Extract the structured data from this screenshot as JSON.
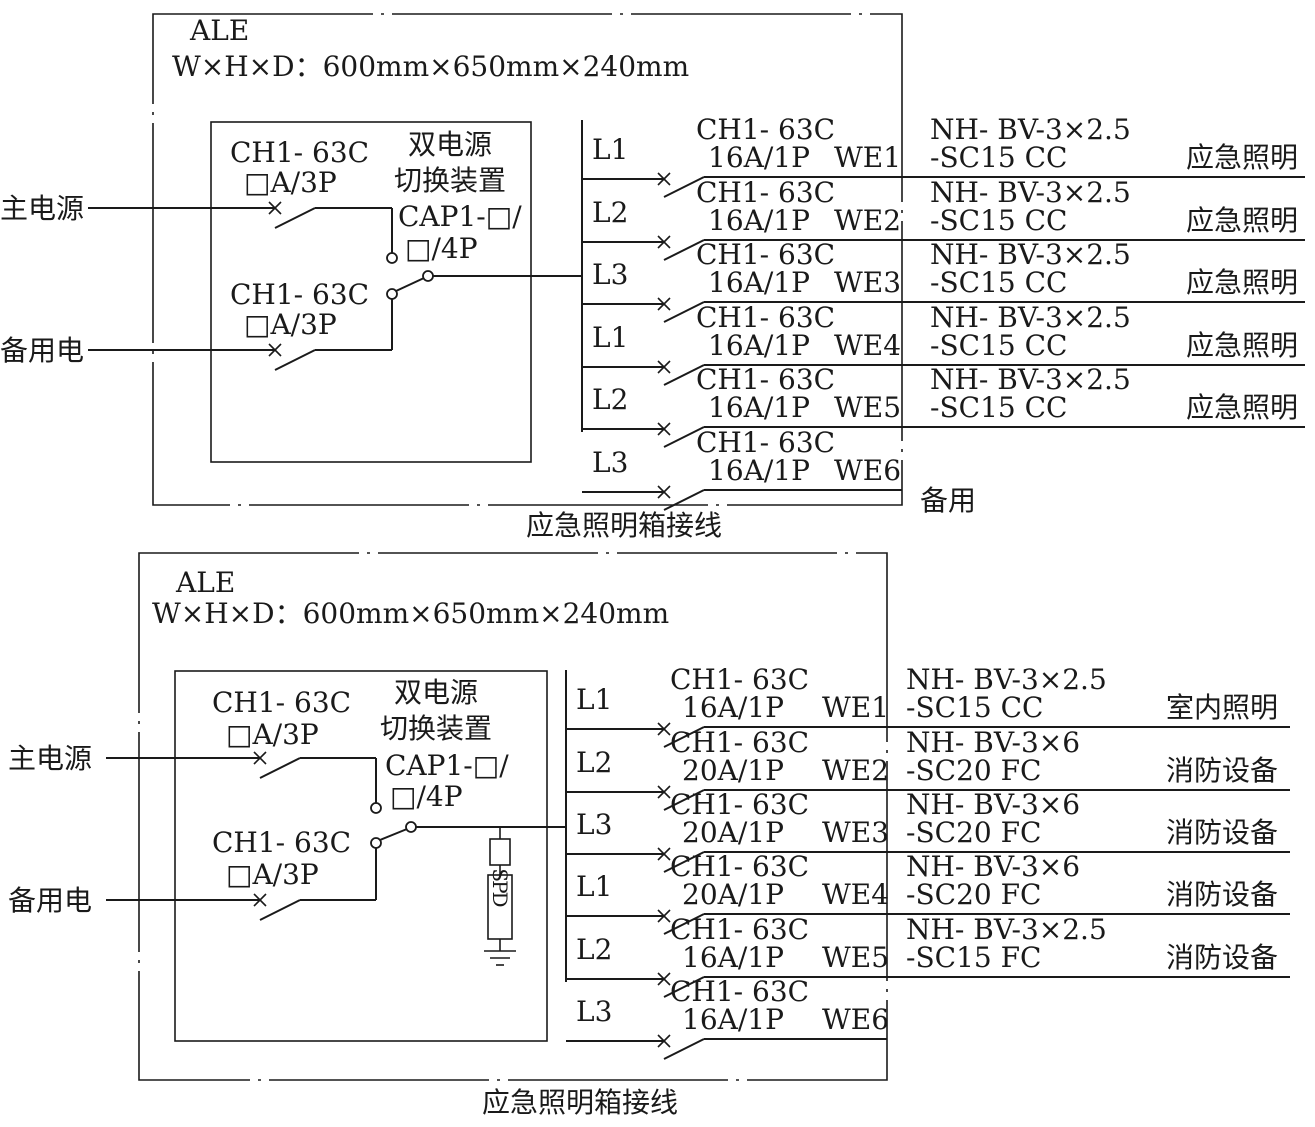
{
  "diagrams": [
    {
      "box_id": "ALE",
      "dimensions": "W×H×D：600mm×650mm×240mm",
      "main_power": "主电源",
      "backup_power": "备用电",
      "input_breaker_1": {
        "model": "CH1- 63C",
        "rating": "□A/3P"
      },
      "input_breaker_2": {
        "model": "CH1- 63C",
        "rating": "□A/3P"
      },
      "ats": {
        "line1": "双电源",
        "line2": "切换装置",
        "model_a": "CAP1-□/",
        "model_b": "□/4P"
      },
      "has_spd": false,
      "spd_label": "",
      "circuits": [
        {
          "phase": "L1",
          "breaker": "CH1- 63C",
          "rating": "16A/1P",
          "id": "WE1",
          "cable1": "NH- BV-3×2.5",
          "cable2": "-SC15  CC",
          "load": "应急照明"
        },
        {
          "phase": "L2",
          "breaker": "CH1- 63C",
          "rating": "16A/1P",
          "id": "WE2",
          "cable1": "NH- BV-3×2.5",
          "cable2": "-SC15  CC",
          "load": "应急照明"
        },
        {
          "phase": "L3",
          "breaker": "CH1- 63C",
          "rating": "16A/1P",
          "id": "WE3",
          "cable1": "NH- BV-3×2.5",
          "cable2": "-SC15  CC",
          "load": "应急照明"
        },
        {
          "phase": "L1",
          "breaker": "CH1- 63C",
          "rating": "16A/1P",
          "id": "WE4",
          "cable1": "NH- BV-3×2.5",
          "cable2": "-SC15  CC",
          "load": "应急照明"
        },
        {
          "phase": "L2",
          "breaker": "CH1- 63C",
          "rating": "16A/1P",
          "id": "WE5",
          "cable1": "NH- BV-3×2.5",
          "cable2": "-SC15  CC",
          "load": "应急照明"
        },
        {
          "phase": "L3",
          "breaker": "CH1- 63C",
          "rating": "16A/1P",
          "id": "WE6",
          "cable1": "",
          "cable2": "",
          "load": "备用"
        }
      ],
      "caption": "应急照明箱接线"
    },
    {
      "box_id": "ALE",
      "dimensions": "W×H×D：600mm×650mm×240mm",
      "main_power": "主电源",
      "backup_power": "备用电",
      "input_breaker_1": {
        "model": "CH1- 63C",
        "rating": "□A/3P"
      },
      "input_breaker_2": {
        "model": "CH1- 63C",
        "rating": "□A/3P"
      },
      "ats": {
        "line1": "双电源",
        "line2": "切换装置",
        "model_a": "CAP1-□/",
        "model_b": "□/4P"
      },
      "has_spd": true,
      "spd_label": "SPD",
      "circuits": [
        {
          "phase": "L1",
          "breaker": "CH1- 63C",
          "rating": "16A/1P",
          "id": "WE1",
          "cable1": "NH- BV-3×2.5",
          "cable2": "-SC15  CC",
          "load": "室内照明"
        },
        {
          "phase": "L2",
          "breaker": "CH1- 63C",
          "rating": "20A/1P",
          "id": "WE2",
          "cable1": "NH- BV-3×6",
          "cable2": "-SC20  FC",
          "load": "消防设备"
        },
        {
          "phase": "L3",
          "breaker": "CH1- 63C",
          "rating": "20A/1P",
          "id": "WE3",
          "cable1": "NH- BV-3×6",
          "cable2": "-SC20  FC",
          "load": "消防设备"
        },
        {
          "phase": "L1",
          "breaker": "CH1- 63C",
          "rating": "20A/1P",
          "id": "WE4",
          "cable1": "NH- BV-3×6",
          "cable2": "-SC20  FC",
          "load": "消防设备"
        },
        {
          "phase": "L2",
          "breaker": "CH1- 63C",
          "rating": "16A/1P",
          "id": "WE5",
          "cable1": "NH- BV-3×2.5",
          "cable2": "-SC15  FC",
          "load": "消防设备"
        },
        {
          "phase": "L3",
          "breaker": "CH1- 63C",
          "rating": "16A/1P",
          "id": "WE6",
          "cable1": "",
          "cable2": "",
          "load": ""
        }
      ],
      "caption": "应急照明箱接线"
    }
  ]
}
